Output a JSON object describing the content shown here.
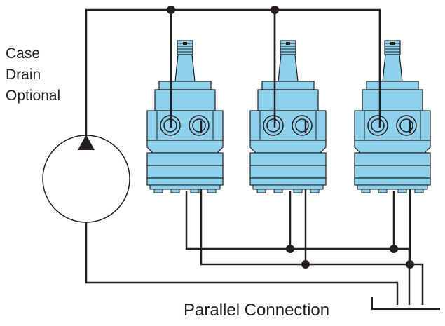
{
  "diagram": {
    "case_drain_label": [
      "Case",
      "Drain",
      "Optional"
    ],
    "caption": "Parallel Connection",
    "motor_count": 3,
    "colors": {
      "line": "#231f20",
      "motor_body": "#8fd0ec",
      "motor_outline": "#231f20",
      "pump_fill": "#ffffff",
      "background": "#ffffff"
    },
    "symbols": {
      "pump": "hydraulic-pump-symbol",
      "motor": "hydraulic-motor-icon",
      "junction": "junction-dot"
    }
  }
}
